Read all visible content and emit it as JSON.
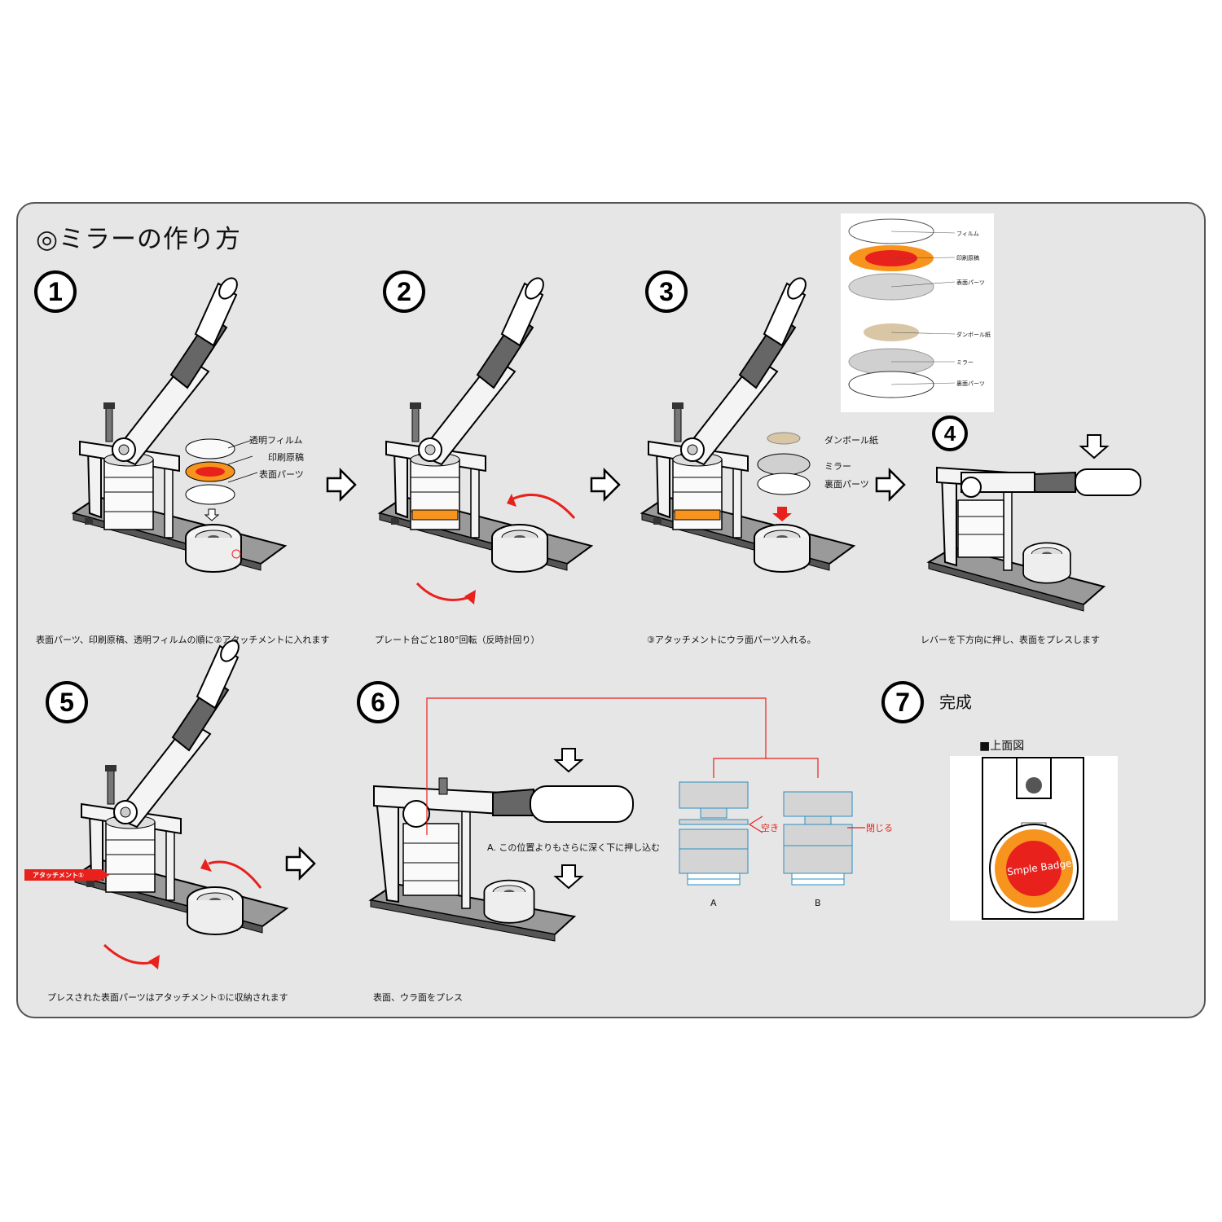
{
  "title": "◎ミラーの作り方",
  "steps": [
    {
      "num": "1",
      "caption": "表面パーツ、印刷原稿、透明フィルムの順に②アタッチメントに入れます"
    },
    {
      "num": "2",
      "caption": "プレート台ごと180°回転（反時計回り）"
    },
    {
      "num": "3",
      "caption": "③アタッチメントにウラ面パーツ入れる。"
    },
    {
      "num": "4",
      "caption": "レバーを下方向に押し、表面をプレスします"
    },
    {
      "num": "5",
      "caption": "プレスされた表面パーツはアタッチメント①に収納されます"
    },
    {
      "num": "6",
      "caption": "表面、ウラ面をプレス"
    },
    {
      "num": "7",
      "caption": "完成"
    }
  ],
  "step1_labels": {
    "film": "透明フィルム",
    "print": "印刷原稿",
    "front": "表面パーツ"
  },
  "step3_labels": {
    "cardboard": "ダンボール紙",
    "mirror": "ミラー",
    "back": "裏面パーツ"
  },
  "layer_chart": {
    "film": "フィルム",
    "print": "印刷原稿",
    "front": "表面パーツ",
    "cardboard": "ダンボール紙",
    "mirror": "ミラー",
    "back": "裏面パーツ"
  },
  "step5_label": "アタッチメント①",
  "step6": {
    "note": "A. この位置よりもさらに深く下に押し込む",
    "gap": "空き",
    "closed": "閉じる",
    "a": "A",
    "b": "B"
  },
  "step7": {
    "topview": "■上面図",
    "badge_text": "Smple Badge"
  },
  "colors": {
    "red": "#e8211d",
    "orange": "#f7941d",
    "kraft": "#d9c6a5",
    "blue": "#2a8fc0"
  }
}
